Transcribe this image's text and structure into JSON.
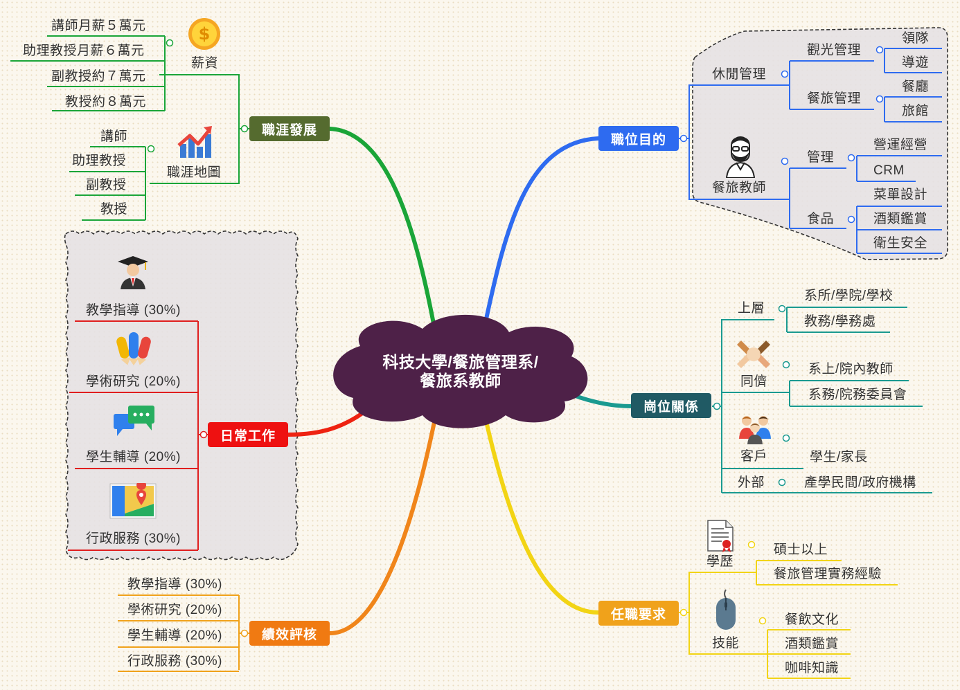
{
  "center": {
    "line1": "科技大學/餐旅管理系/",
    "line2": "餐旅系教師"
  },
  "colors": {
    "center": "#4e2148",
    "career": "#556b2f",
    "position": "#2e6bf0",
    "relations": "#205a64",
    "requirements": "#f0a21b",
    "daily": "#ee1111",
    "performance": "#f07a12"
  },
  "career": {
    "label": "職涯發展",
    "salary": {
      "label": "薪資",
      "icon": "coin-icon",
      "items": [
        "講師月薪５萬元",
        "助理教授月薪６萬元",
        "副教授約７萬元",
        "教授約８萬元"
      ]
    },
    "map": {
      "label": "職涯地圖",
      "icon": "chart-up-icon",
      "items": [
        "講師",
        "助理教授",
        "副教授",
        "教授"
      ]
    }
  },
  "daily": {
    "label": "日常工作",
    "items": [
      {
        "label": "教學指導 (30%)",
        "icon": "graduate-icon"
      },
      {
        "label": "學術研究 (20%)",
        "icon": "pencils-icon"
      },
      {
        "label": "學生輔導 (20%)",
        "icon": "chat-icon"
      },
      {
        "label": "行政服務 (30%)",
        "icon": "map-icon"
      }
    ]
  },
  "performance": {
    "label": "績效評核",
    "items": [
      "教學指導 (30%)",
      "學術研究 (20%)",
      "學生輔導 (20%)",
      "行政服務 (30%)"
    ]
  },
  "position": {
    "label": "職位目的",
    "leisure": {
      "label": "休閒管理",
      "tourism": {
        "label": "觀光管理",
        "items": [
          "領隊",
          "導遊"
        ]
      },
      "hospitality": {
        "label": "餐旅管理",
        "items": [
          "餐廳",
          "旅館"
        ]
      }
    },
    "teacher": {
      "label": "餐旅教師",
      "icon": "teacher-icon",
      "management": {
        "label": "管理",
        "items": [
          "營運經營",
          "CRM"
        ]
      },
      "food": {
        "label": "食品",
        "items": [
          "菜單設計",
          "酒類鑑賞",
          "衛生安全"
        ]
      }
    }
  },
  "relations": {
    "label": "崗位關係",
    "upper": {
      "label": "上層",
      "items": [
        "系所/學院/學校",
        "教務/學務處"
      ]
    },
    "peers": {
      "label": "同儕",
      "icon": "handshake-icon",
      "items": [
        "系上/院內教師",
        "系務/院務委員會"
      ]
    },
    "clients": {
      "label": "客戶",
      "icon": "people-icon",
      "items": [
        "學生/家長"
      ]
    },
    "external": {
      "label": "外部",
      "items": [
        "產學民間/政府機構"
      ]
    }
  },
  "requirements": {
    "label": "任職要求",
    "education": {
      "label": "學歷",
      "icon": "certificate-icon",
      "items": [
        "碩士以上",
        "餐旅管理實務經驗"
      ]
    },
    "skills": {
      "label": "技能",
      "icon": "mouse-icon",
      "items": [
        "餐飲文化",
        "酒類鑑賞",
        "咖啡知識"
      ]
    }
  }
}
